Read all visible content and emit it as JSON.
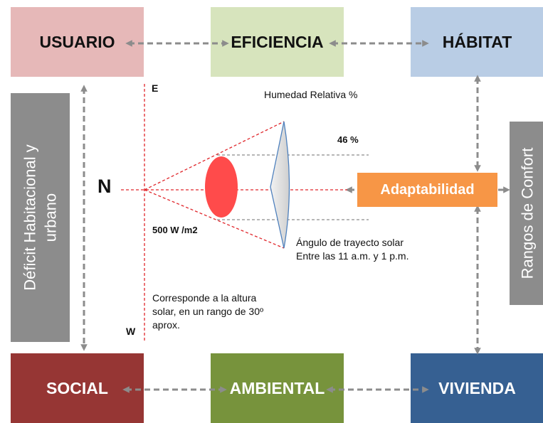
{
  "boxes": {
    "usuario": "USUARIO",
    "eficiencia": "EFICIENCIA",
    "habitat": "HÁBITAT",
    "social": "SOCIAL",
    "ambiental": "AMBIENTAL",
    "vivienda": "VIVIENDA",
    "deficit_line1": "Déficit Habitacional y",
    "deficit_line2": "urbano",
    "rangos": "Rangos de Confort",
    "adaptabilidad": "Adaptabilidad"
  },
  "labels": {
    "east": "E",
    "west": "W",
    "north": "N",
    "humedad": "Humedad Relativa %",
    "percent": "46 %",
    "radiation": "500 W /m2",
    "angulo_line1": "Ángulo de trayecto solar",
    "angulo_line2": "Entre las 11 a.m. y 1 p.m.",
    "altura_line1": "Corresponde a la altura",
    "altura_line2": "solar, en un rango de 30º",
    "altura_line3": "aprox."
  },
  "colors": {
    "usuario": "#e6b8b8",
    "eficiencia": "#d7e4bd",
    "habitat": "#b9cde5",
    "social": "#963634",
    "ambiental": "#77933c",
    "vivienda": "#366092",
    "side_boxes": "#8c8c8c",
    "adaptabilidad": "#f79646",
    "arrows": "#8c8c8c",
    "axis_lines": "#e0262b",
    "sun_ellipse": "#ff4b4b"
  }
}
